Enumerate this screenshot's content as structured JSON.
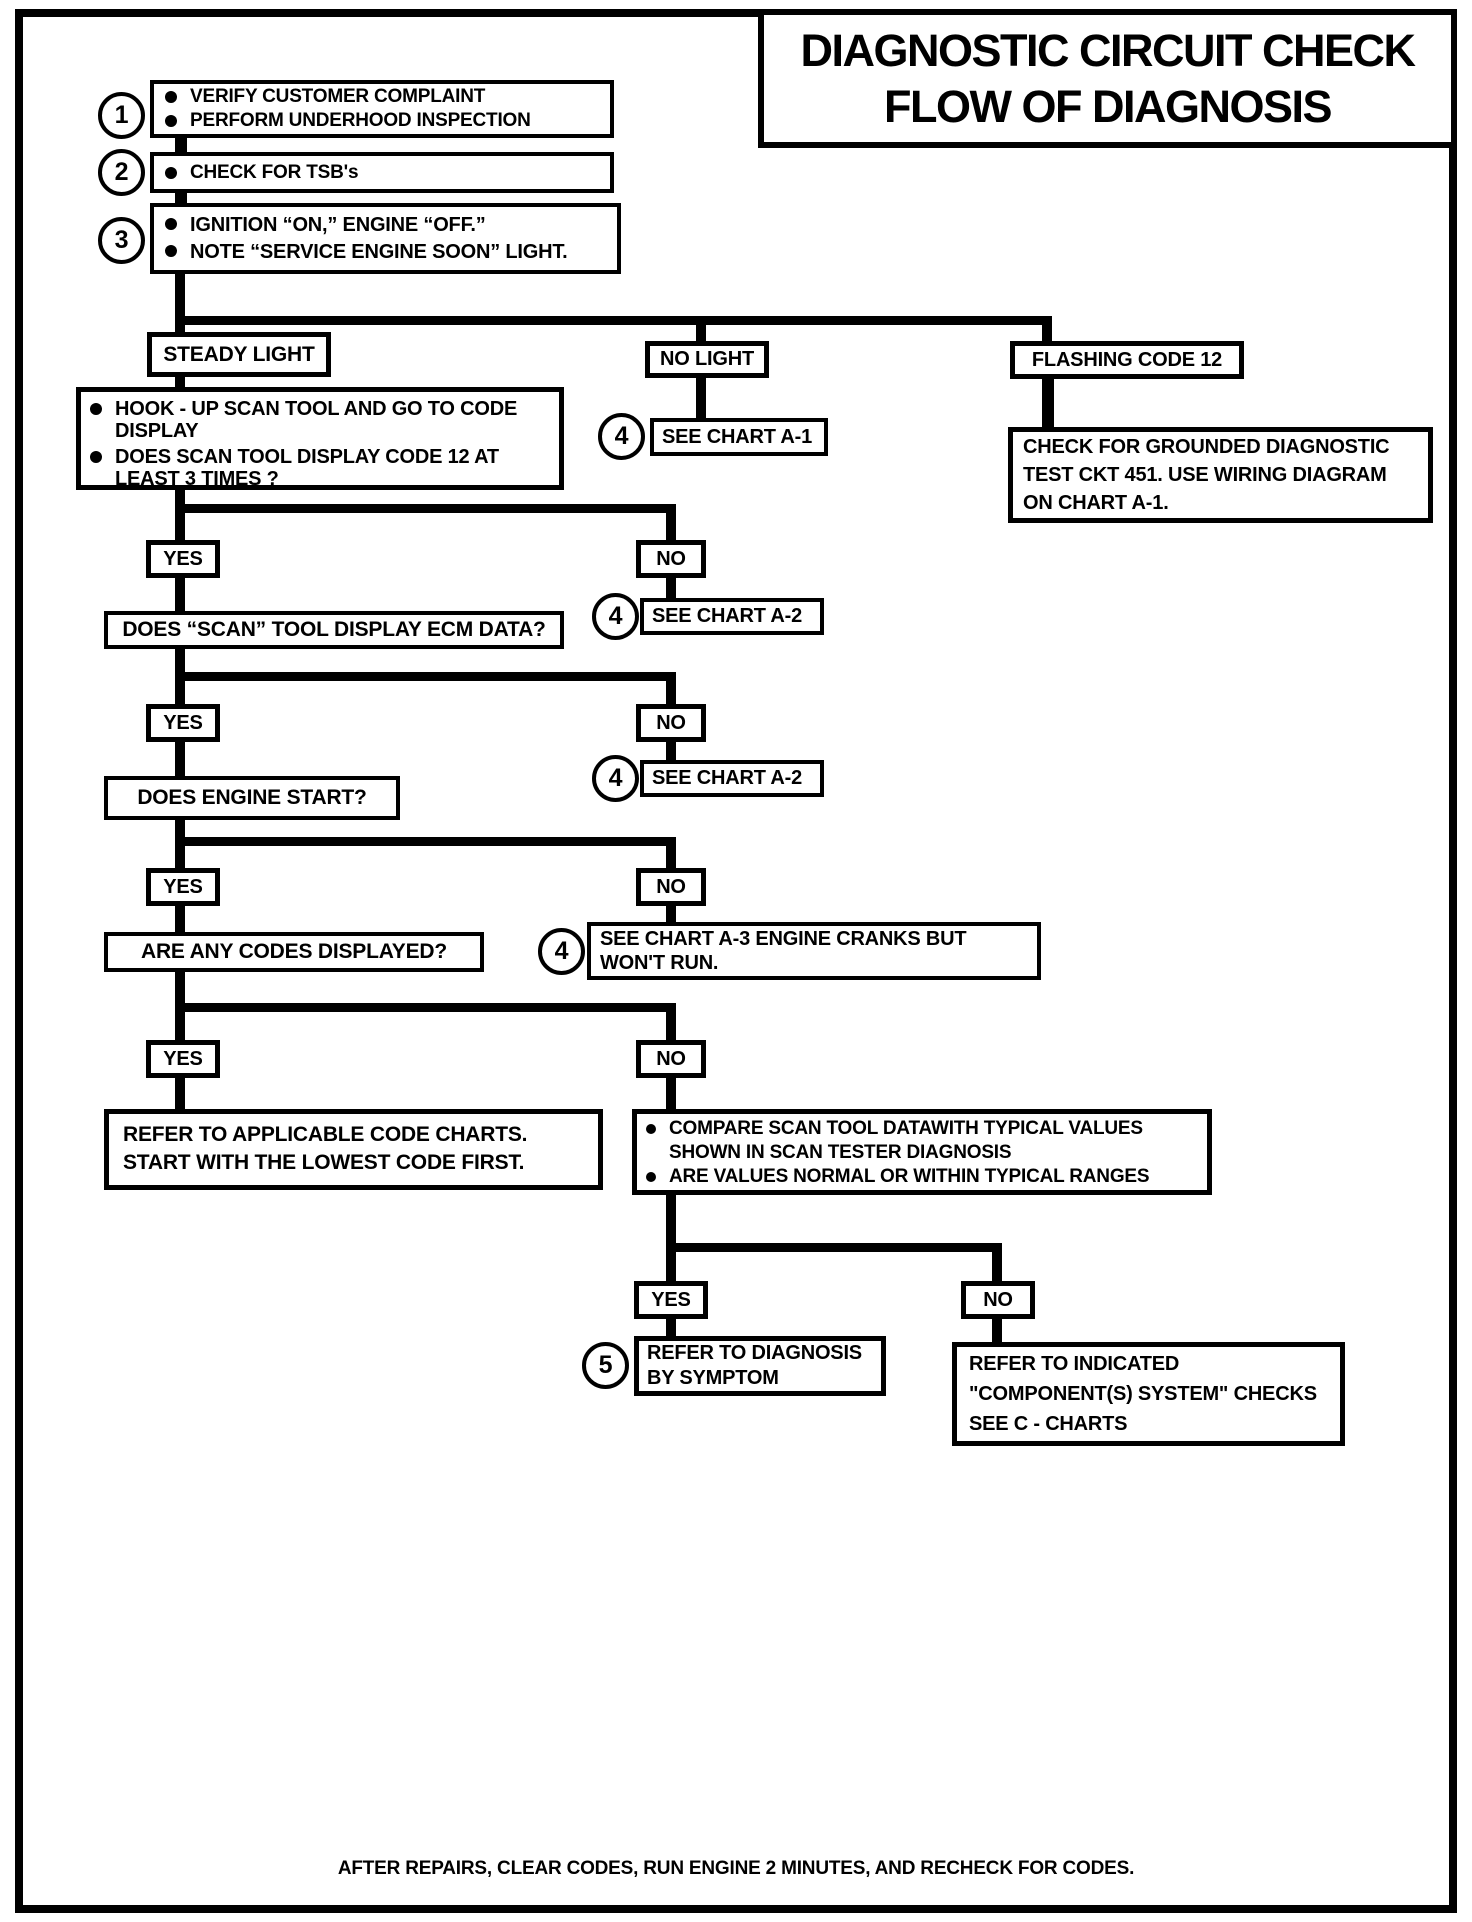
{
  "title": {
    "line1": "DIAGNOSTIC CIRCUIT CHECK",
    "line2": "FLOW OF DIAGNOSIS"
  },
  "labels": {
    "yes": "YES",
    "no": "NO"
  },
  "refs": {
    "n4": "4",
    "n5": "5"
  },
  "steps": {
    "s1": {
      "num": "1",
      "b1": "VERIFY CUSTOMER COMPLAINT",
      "b2": "PERFORM UNDERHOOD INSPECTION"
    },
    "s2": {
      "num": "2",
      "b1": "CHECK FOR TSB's"
    },
    "s3": {
      "num": "3",
      "b1": "IGNITION “ON,” ENGINE “OFF.”",
      "b2": "NOTE “SERVICE ENGINE SOON” LIGHT."
    }
  },
  "branches": {
    "steady": "STEADY LIGHT",
    "no_light": "NO LIGHT",
    "flashing": "FLASHING CODE 12"
  },
  "hook_box": {
    "b1": "HOOK - UP SCAN TOOL AND GO TO CODE\nDISPLAY",
    "b2": "DOES SCAN TOOL DISPLAY CODE 12 AT\nLEAST 3 TIMES ?"
  },
  "see_chart_a1": "SEE CHART A-1",
  "grounded_box": "CHECK FOR GROUNDED DIAGNOSTIC\nTEST CKT 451.  USE WIRING DIAGRAM\nON CHART A-1.",
  "ecm_question": "DOES “SCAN” TOOL DISPLAY ECM DATA?",
  "see_chart_a2": "SEE CHART A-2",
  "engine_question": "DOES ENGINE START?",
  "see_chart_a3": "SEE CHART A-3 ENGINE CRANKS BUT\nWON'T RUN.",
  "codes_question": "ARE ANY CODES DISPLAYED?",
  "refer_code_charts": "REFER TO APPLICABLE CODE CHARTS.\nSTART WITH THE LOWEST CODE FIRST.",
  "compare_box": {
    "b1": "COMPARE SCAN TOOL DATAWITH TYPICAL VALUES\nSHOWN IN SCAN TESTER DIAGNOSIS",
    "b2": "ARE VALUES NORMAL OR WITHIN TYPICAL RANGES"
  },
  "refer_symptom": "REFER TO DIAGNOSIS\nBY SYMPTOM",
  "refer_component": "REFER TO INDICATED\n\"COMPONENT(S) SYSTEM\" CHECKS\nSEE C - CHARTS",
  "footer": "AFTER REPAIRS, CLEAR CODES, RUN ENGINE 2 MINUTES, AND RECHECK FOR CODES."
}
